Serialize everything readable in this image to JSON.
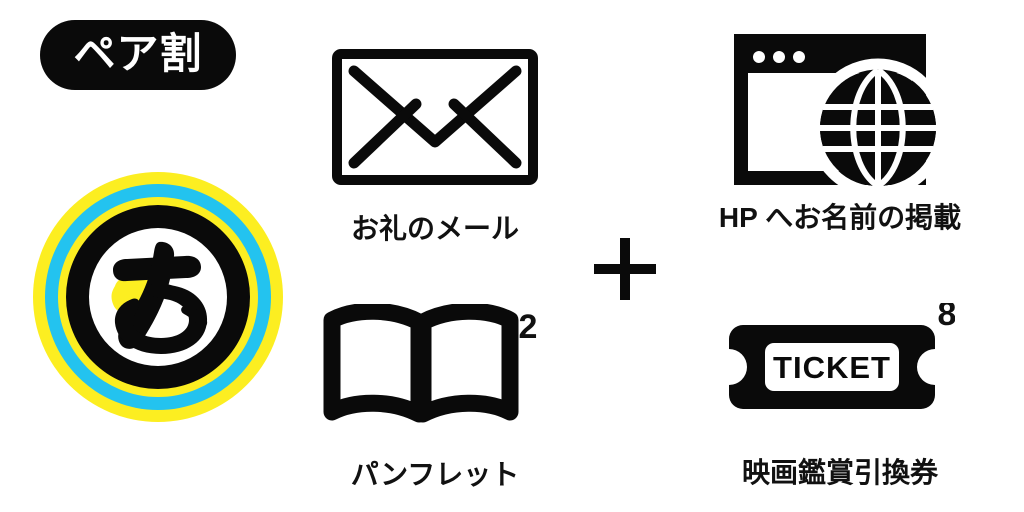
{
  "page": {
    "background_color": "#ffffff",
    "text_color": "#111111"
  },
  "badge": {
    "label": "ペア割",
    "background_color": "#0a0a0a",
    "text_color": "#ffffff"
  },
  "logo": {
    "name": "circular-logo",
    "glyph": "あ",
    "ring_colors": {
      "outer_yellow": "#fcee21",
      "cyan": "#23c3ef",
      "inner_yellow": "#fcee21",
      "black": "#0a0a0a",
      "white": "#ffffff",
      "accent_yellow": "#fcee21"
    }
  },
  "operator": {
    "symbol": "+"
  },
  "rewards": [
    {
      "id": "mail",
      "icon": "envelope-icon",
      "label": "お礼のメール",
      "count": null
    },
    {
      "id": "hp-listing",
      "icon": "browser-globe-icon",
      "label": "HP へお名前の掲載",
      "count": null
    },
    {
      "id": "pamphlet",
      "icon": "open-book-icon",
      "label": "パンフレット",
      "count": "2"
    },
    {
      "id": "movie-ticket",
      "icon": "ticket-icon",
      "label": "映画鑑賞引換券",
      "count": "8",
      "ticket_text": "TICKET"
    }
  ]
}
